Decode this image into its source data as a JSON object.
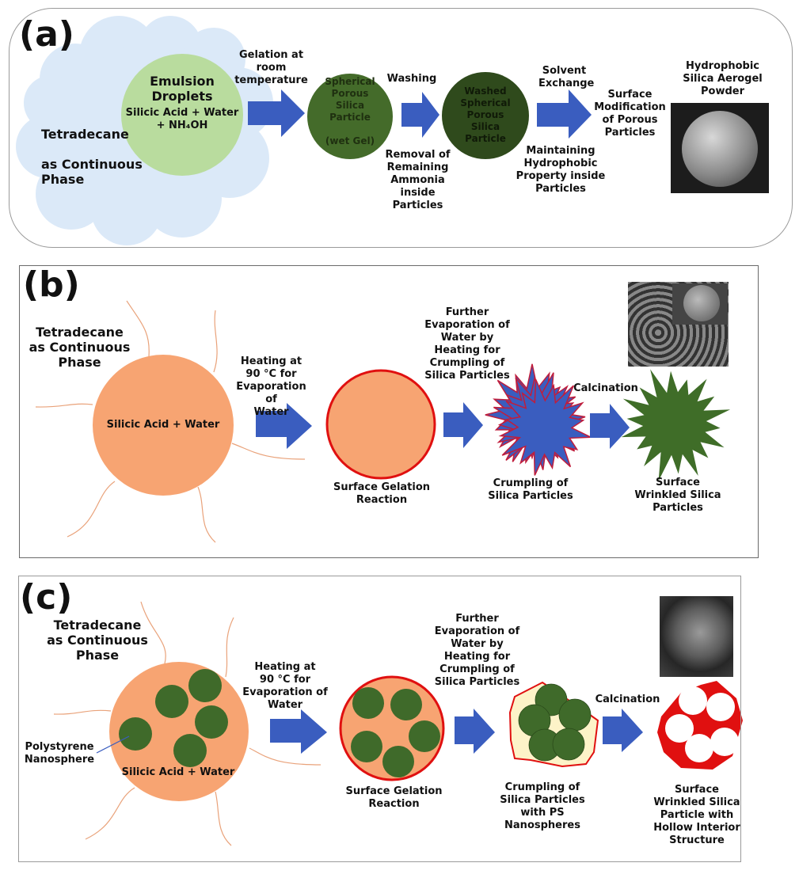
{
  "colors": {
    "arrow_blue": "#3a5dbf",
    "cloud_blue": "#dbe9f8",
    "emulsion_green": "#b9dc9e",
    "wet_gel_green": "#446b2a",
    "washed_green": "#2f4a1c",
    "droplet_orange": "#f7a472",
    "shell_red": "#e01010",
    "nanosphere_green": "#3f6a2a",
    "wrinkled_green": "#3f6d28",
    "crumple_blue": "#3a5dbf",
    "cream": "#fdf3c8",
    "tail_orange": "#e9a27a"
  },
  "panel_a": {
    "label": "(a)",
    "continuous_phase": "Tetradecane\n\nas Continuous\nPhase",
    "emulsion_title": "Emulsion\nDroplets",
    "emulsion_contents": "Silicic Acid + Water\n+ NH₄OH",
    "step1_label": "Gelation at\nroom\ntemperature",
    "wet_gel": "Spherical\nPorous\nSilica\nParticle\n\n(wet Gel)",
    "step2_label_top": "Washing",
    "step2_label_bottom": "Removal of\nRemaining\nAmmonia inside\nParticles",
    "washed": "Washed\nSpherical\nPorous\nSilica\nParticle",
    "step3_label_top": "Solvent\nExchange",
    "step3_label_bottom": "Maintaining\nHydrophobic\nProperty inside\nParticles",
    "surface_mod": "Surface\nModification\nof Porous\nParticles",
    "product_title": "Hydrophobic\nSilica Aerogel\nPowder"
  },
  "panel_b": {
    "label": "(b)",
    "continuous_phase": "Tetradecane\nas Continuous\nPhase",
    "droplet_contents": "Silicic Acid + Water",
    "step1_label": "Heating at\n90 °C for\nEvaporation of\nWater",
    "stage2_caption": "Surface Gelation\nReaction",
    "step2_label": "Further\nEvaporation of\nWater by\nHeating for\nCrumpling of\nSilica Particles",
    "stage3_caption": "Crumpling of\nSilica Particles",
    "step3_label": "Calcination",
    "stage4_caption": "Surface\nWrinkled Silica\nParticles"
  },
  "panel_c": {
    "label": "(c)",
    "continuous_phase": "Tetradecane\nas Continuous\nPhase",
    "nanosphere_label": "Polystyrene\nNanosphere",
    "droplet_contents": "Silicic Acid + Water",
    "step1_label": "Heating at\n90 °C for\nEvaporation of\nWater",
    "stage2_caption": "Surface Gelation\nReaction",
    "step2_label": "Further\nEvaporation of\nWater by\nHeating for\nCrumpling of\nSilica Particles",
    "stage3_caption": "Crumpling of\nSilica Particles\nwith PS\nNanospheres",
    "step3_label": "Calcination",
    "stage4_caption": "Surface\nWrinkled Silica\nParticle with\nHollow Interior\nStructure"
  }
}
